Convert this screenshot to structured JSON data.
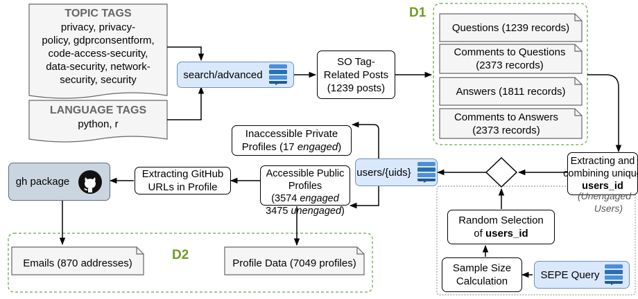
{
  "topic_tags": {
    "title": "TOPIC TAGS",
    "lines": [
      "privacy, privacy-",
      "policy, gdprconsentform,",
      "code-access-security,",
      "data-security, network-",
      "security, security"
    ]
  },
  "language_tags": {
    "title": "LANGUAGE TAGS",
    "lines": [
      "python, r"
    ]
  },
  "search_advanced": "search/advanced",
  "so_posts": {
    "lines": [
      "SO Tag-",
      "Related Posts",
      "(1239 posts)"
    ]
  },
  "d1": {
    "label": "D1",
    "items": [
      "Questions (1239 records)",
      "Comments to Questions (2373 records)",
      "Answers (1811 records)",
      "Comments to Answers (2373 records)"
    ]
  },
  "extracting_unique": {
    "line1": "Extracting and",
    "line2": "combining unique",
    "bold": "users_id"
  },
  "users_uids": "users/{uids}",
  "inaccessible": {
    "line1": "Inaccessible Private",
    "line2_pre": "Profiles (17 ",
    "line2_em": "engaged",
    "line2_post": ")"
  },
  "accessible": {
    "line1": "Accessible Public",
    "line2": "Profiles",
    "line3_pre": "(3574 ",
    "line3_em": "engaged",
    "line4_pre": "3475 ",
    "line4_em": "unengaged",
    "line4_post": ")"
  },
  "extract_github": {
    "line1": "Extracting GitHub",
    "line2": "URLs in Profile"
  },
  "gh_package": "gh package",
  "d2": {
    "label": "D2",
    "emails": "Emails (870 addresses)",
    "profile_data": "Profile Data (7049 profiles)"
  },
  "unengaged_label": [
    "(Unengaged",
    "Users)"
  ],
  "random_selection": {
    "line1": "Random Selection",
    "pre": "of ",
    "bold": "users_id"
  },
  "sample_size": {
    "line1": "Sample Size",
    "line2": "Calculation"
  },
  "sepe_query": "SEPE Query",
  "colors": {
    "blue_fill": "#dae8fc",
    "blue_stroke": "#6c8ebf",
    "gray_fill": "#cbd5df",
    "green_dash": "#82b366",
    "d_label": "#6d9e22"
  }
}
